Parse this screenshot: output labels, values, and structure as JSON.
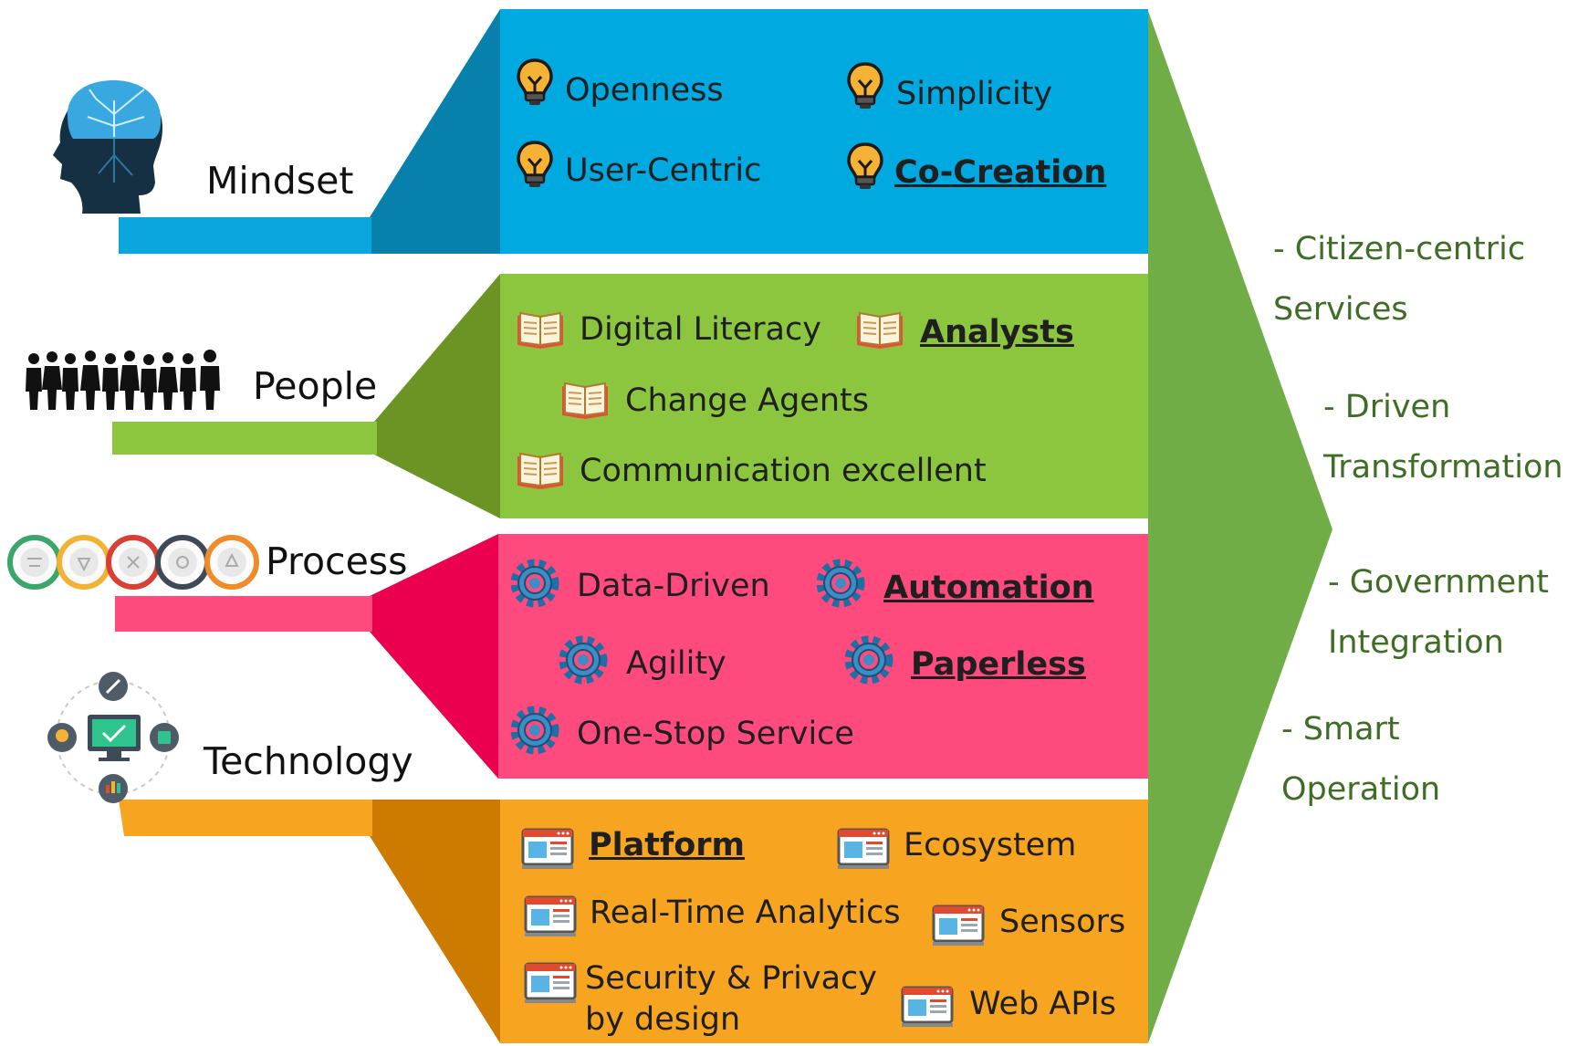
{
  "categories": {
    "mindset": "Mindset",
    "people": "People",
    "process": "Process",
    "technology": "Technology"
  },
  "mindset_items": [
    "Openness",
    "Simplicity",
    "User-Centric",
    "Co-Creation"
  ],
  "people_items": [
    "Digital  Literacy",
    "Analysts",
    "Change  Agents",
    "Communication  excellent"
  ],
  "process_items": [
    "Data-Driven",
    "Automation",
    "Agility",
    "Paperless",
    "One-Stop  Service"
  ],
  "technology_items": [
    "Platform",
    "Ecosystem",
    "Real-Time  Analytics",
    "Sensors",
    "Security  &  Privacy",
    "by design",
    "Web  APIs"
  ],
  "outcomes": [
    [
      "- Citizen-centric",
      "Services"
    ],
    [
      "- Driven",
      "Transformation"
    ],
    [
      "- Government",
      "Integration"
    ],
    [
      "- Smart",
      "Operation"
    ]
  ],
  "colors": {
    "mindset": "#00a9e0",
    "people": "#8cc63f",
    "process": "#ff4a7d",
    "technology": "#f7a521",
    "arrow": "#70ad47",
    "outcome_text": "#3f6d25"
  },
  "icons": {
    "mindset": "head-brain-icon",
    "people": "people-silhouettes-icon",
    "process": "process-circles-icon",
    "technology": "technology-cycle-icon",
    "mindset_bullet": "lightbulb-icon",
    "people_bullet": "book-icon",
    "process_bullet": "gear-icon",
    "technology_bullet": "browser-window-icon"
  }
}
